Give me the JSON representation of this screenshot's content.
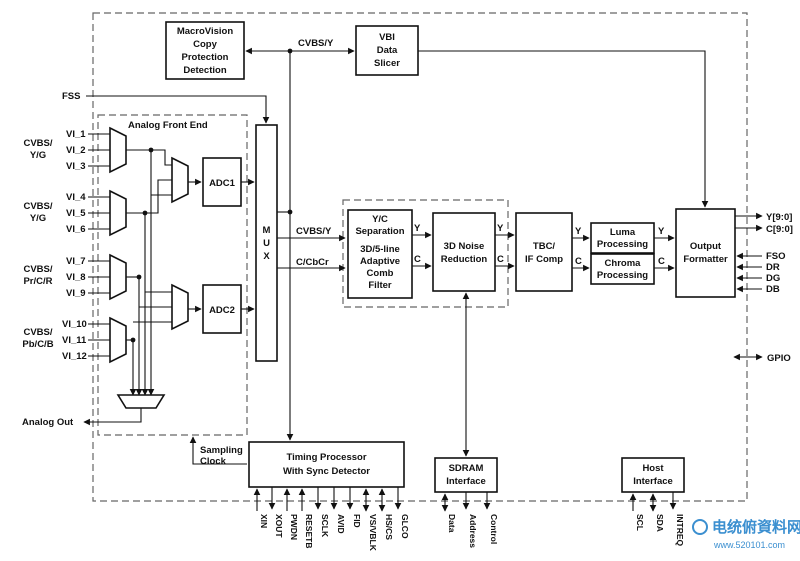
{
  "blocks": {
    "macrovision": [
      "MacroVision",
      "Copy",
      "Protection",
      "Detection"
    ],
    "vbi": [
      "VBI",
      "Data",
      "Slicer"
    ],
    "afe_title": "Analog Front End",
    "adc1": "ADC1",
    "adc2": "ADC2",
    "mux": [
      "M",
      "U",
      "X"
    ],
    "yc_sep": [
      "Y/C",
      "Separation"
    ],
    "comb": [
      "3D/5-line",
      "Adaptive",
      "Comb",
      "Filter"
    ],
    "noise": [
      "3D Noise",
      "Reduction"
    ],
    "tbc": [
      "TBC/",
      "IF Comp"
    ],
    "luma": [
      "Luma",
      "Processing"
    ],
    "chroma": [
      "Chroma",
      "Processing"
    ],
    "formatter": [
      "Output",
      "Formatter"
    ],
    "timing": [
      "Timing Processor",
      "With Sync Detector"
    ],
    "sdram": [
      "SDRAM",
      "Interface"
    ],
    "host": [
      "Host",
      "Interface"
    ]
  },
  "signals": {
    "cvbs_y_top": "CVBS/Y",
    "cvbs_y_mid": "CVBS/Y",
    "c_cbcr": "C/CbCr",
    "fss": "FSS",
    "analog_out": "Analog Out",
    "sampling_clock": [
      "Sampling",
      "Clock"
    ],
    "y": "Y",
    "c": "C",
    "gpio": "GPIO"
  },
  "input_groups": [
    [
      "CVBS/",
      "Y/G"
    ],
    [
      "CVBS/",
      "Y/G"
    ],
    [
      "CVBS/",
      "Pr/C/R"
    ],
    [
      "CVBS/",
      "Pb/C/B"
    ]
  ],
  "inputs": [
    "VI_1",
    "VI_2",
    "VI_3",
    "VI_4",
    "VI_5",
    "VI_6",
    "VI_7",
    "VI_8",
    "VI_9",
    "VI_10",
    "VI_11",
    "VI_12"
  ],
  "outputs_right": [
    "Y[9:0]",
    "C[9:0]"
  ],
  "inputs_right": [
    "FSO",
    "DR",
    "DG",
    "DB"
  ],
  "bottom_pins_timing": [
    "XIN",
    "XOUT",
    "PWDN",
    "RESETB",
    "SCLK",
    "AVID",
    "FID",
    "VS/VBLK",
    "HS/CS",
    "GLCO"
  ],
  "bottom_pins_sdram": [
    "Data",
    "Address",
    "Control"
  ],
  "bottom_pins_host": [
    "SCL",
    "SDA",
    "INTREQ"
  ],
  "watermark": {
    "main": "电统俯資料网",
    "url": "www.520101.com"
  }
}
